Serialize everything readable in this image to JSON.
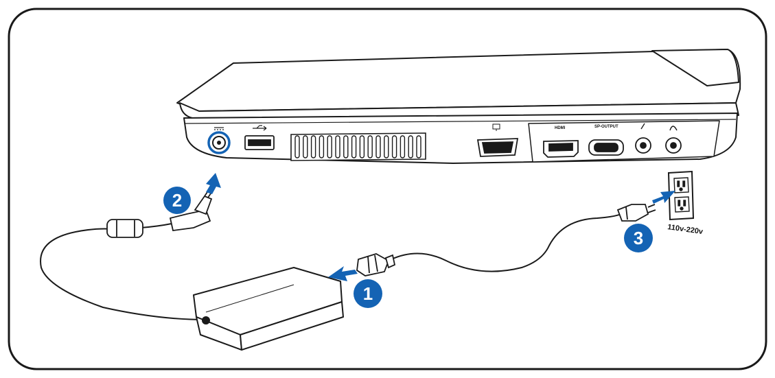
{
  "labels": {
    "hdmi": "HDMI",
    "spdif": "SP-OUTPUT",
    "voltage": "110v-220v"
  },
  "steps": [
    {
      "number": "1"
    },
    {
      "number": "2"
    },
    {
      "number": "3"
    }
  ],
  "colors": {
    "accent": "#1463b4",
    "line": "#1a1a1a",
    "background": "#ffffff"
  },
  "icons": [
    "dc-in-icon",
    "usb-icon",
    "monitor-icon",
    "microphone-icon",
    "headphone-icon"
  ]
}
